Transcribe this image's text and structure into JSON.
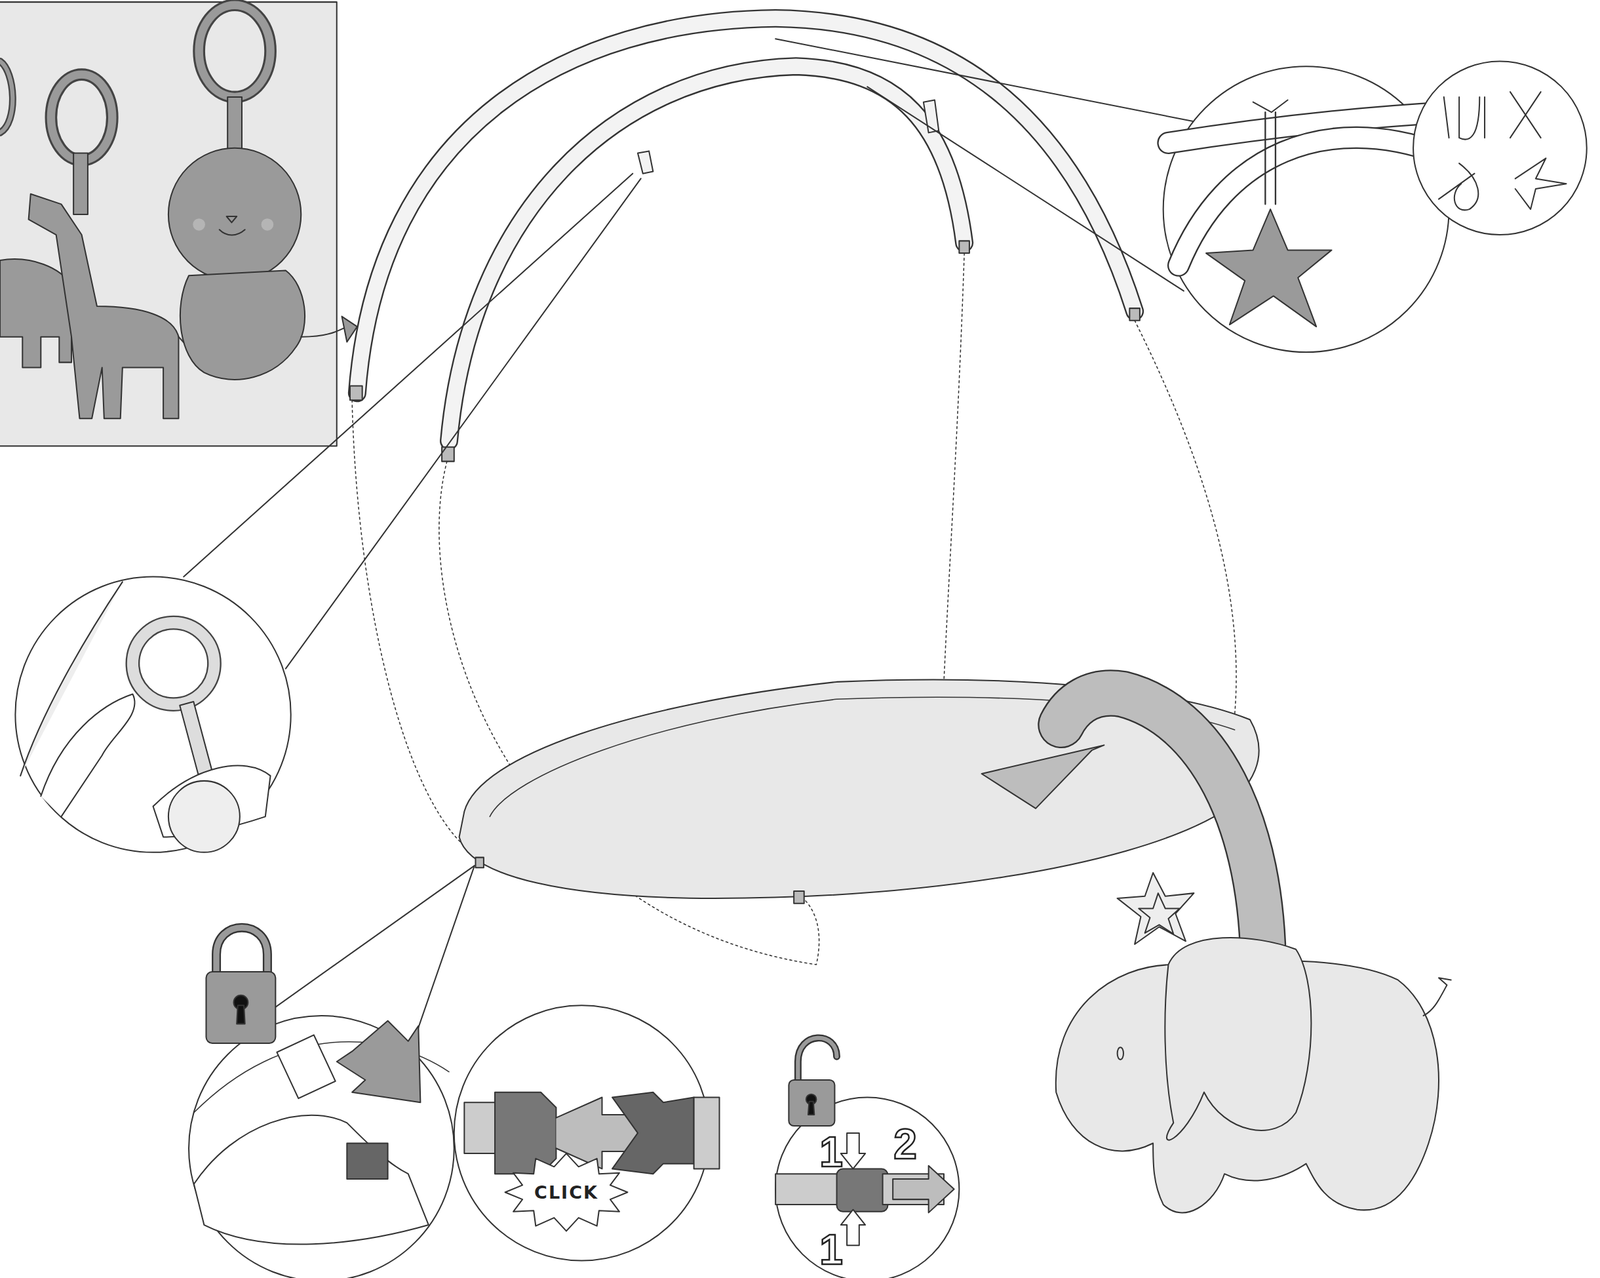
{
  "diagram": {
    "labels": [
      "CLICK",
      "1",
      "2",
      "1"
    ]
  }
}
